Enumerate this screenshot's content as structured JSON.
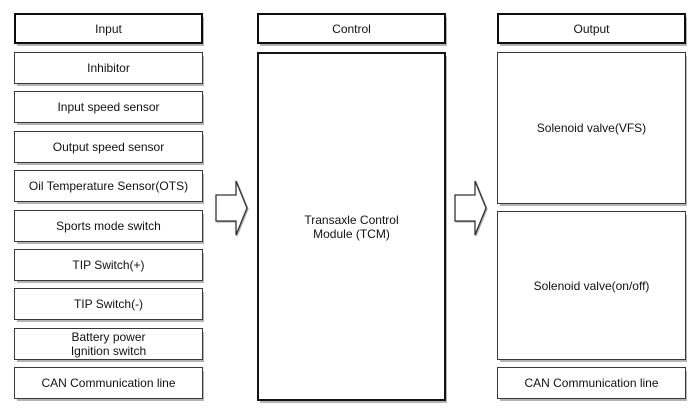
{
  "input_column": {
    "header": "Input",
    "items": [
      "Inhibitor",
      "Input speed sensor",
      "Output speed sensor",
      "Oil Temperature Sensor(OTS)",
      "Sports mode switch",
      "TIP Switch(+)",
      "TIP Switch(-)",
      "Battery power\nIgnition switch",
      "CAN Communication line"
    ]
  },
  "control_column": {
    "header": "Control",
    "module_label": "Transaxle Control\nModule (TCM)"
  },
  "output_column": {
    "header": "Output",
    "items": [
      "Solenoid valve(VFS)",
      "Solenoid valve(on/off)",
      "CAN Communication line"
    ]
  },
  "icons": {
    "arrow_input_to_control": "right-block-arrow",
    "arrow_control_to_output": "right-block-arrow"
  },
  "colors": {
    "background": "#ffffff",
    "box_fill": "#ffffff",
    "box_border": "#383838",
    "header_border": "#0d0d0d",
    "shadow": "#b4b4b4",
    "text": "#111111"
  }
}
